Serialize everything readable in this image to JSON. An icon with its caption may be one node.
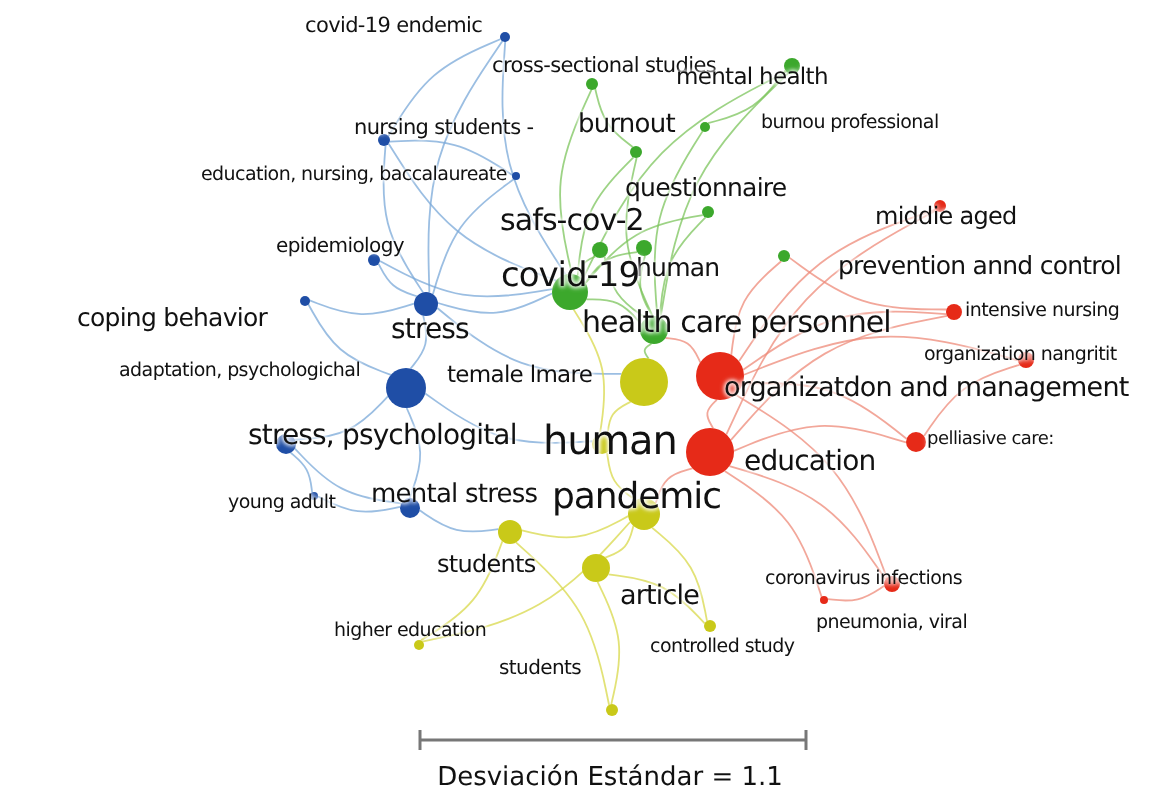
{
  "diagram": {
    "nodes": [
      {
        "text": [
          "covid-19 endemic"
        ]
      },
      {
        "text": [
          "cross-sectional studies"
        ]
      },
      {
        "text": [
          "mental health"
        ]
      },
      {
        "text": [
          "nursing students -"
        ]
      },
      {
        "text": [
          "burnout"
        ]
      },
      {
        "text": [
          "burnou professional"
        ]
      },
      {
        "text": [
          "education, nursing, baccalaureate"
        ]
      },
      {
        "text": [
          "questionnaire"
        ]
      },
      {
        "text": [
          "middie aged"
        ]
      },
      {
        "text": [
          "safs-cov-2"
        ]
      },
      {
        "text": [
          "epidemiology"
        ]
      },
      {
        "text": [
          "human"
        ]
      },
      {
        "text": [
          "prevention annd control"
        ]
      },
      {
        "text": [
          "covid-19"
        ]
      },
      {
        "text": [
          "coping behavior"
        ]
      },
      {
        "text": [
          "stress"
        ]
      },
      {
        "text": [
          "health care personnel"
        ]
      },
      {
        "text": [
          "intensive nursing"
        ]
      },
      {
        "text": [
          "adaptation, psychologichal"
        ]
      },
      {
        "text": [
          "temale lmare"
        ]
      },
      {
        "text": [
          "organizatdon and management"
        ]
      },
      {
        "text": [
          "organization nangritit"
        ]
      },
      {
        "text": [
          "human"
        ]
      },
      {
        "text": [
          "education"
        ]
      },
      {
        "text": [
          "stress, psychologital"
        ]
      },
      {
        "text": [
          "pelliasive care:"
        ]
      },
      {
        "text": [
          "mental stress"
        ]
      },
      {
        "text": [
          "pandemic"
        ]
      },
      {
        "text": [
          "young adult"
        ]
      },
      {
        "text": [
          "students"
        ]
      },
      {
        "text": [
          "article"
        ]
      },
      {
        "text": [
          "coronavirus infections"
        ]
      },
      {
        "text": [
          "pneumonia, viral"
        ]
      },
      {
        "text": [
          "higher education"
        ]
      },
      {
        "text": [
          "controlled study"
        ]
      },
      {
        "text": [
          "students"
        ]
      }
    ],
    "edges": [
      {
        "from": 0,
        "to": 13,
        "arrow": "none",
        "color": "#7aa8d8"
      },
      {
        "from": 0,
        "to": 15,
        "arrow": "none",
        "color": "#7aa8d8"
      },
      {
        "from": 0,
        "to": 3,
        "arrow": "none",
        "color": "#7aa8d8"
      },
      {
        "from": 1,
        "to": 13,
        "arrow": "none",
        "color": "#7cc45c"
      },
      {
        "from": 1,
        "to": 4,
        "arrow": "none",
        "color": "#7cc45c"
      },
      {
        "from": 2,
        "to": 13,
        "arrow": "none",
        "color": "#7cc45c"
      },
      {
        "from": 2,
        "to": 16,
        "arrow": "none",
        "color": "#7cc45c"
      },
      {
        "from": 3,
        "to": 15,
        "arrow": "none",
        "color": "#7aa8d8"
      },
      {
        "from": 3,
        "to": 13,
        "arrow": "none",
        "color": "#7aa8d8"
      },
      {
        "from": 4,
        "to": 13,
        "arrow": "none",
        "color": "#7cc45c"
      },
      {
        "from": 4,
        "to": 16,
        "arrow": "none",
        "color": "#7cc45c"
      },
      {
        "from": 5,
        "to": 2,
        "arrow": "none",
        "color": "#7cc45c"
      },
      {
        "from": 5,
        "to": 16,
        "arrow": "none",
        "color": "#7cc45c"
      },
      {
        "from": 6,
        "to": 3,
        "arrow": "none",
        "color": "#7aa8d8"
      },
      {
        "from": 6,
        "to": 15,
        "arrow": "none",
        "color": "#7aa8d8"
      },
      {
        "from": 7,
        "to": 13,
        "arrow": "none",
        "color": "#7cc45c"
      },
      {
        "from": 7,
        "to": 16,
        "arrow": "none",
        "color": "#7cc45c"
      },
      {
        "from": 8,
        "to": 20,
        "arrow": "none",
        "color": "#ee8a78"
      },
      {
        "from": 8,
        "to": 23,
        "arrow": "none",
        "color": "#ee8a78"
      },
      {
        "from": 9,
        "to": 13,
        "arrow": "none",
        "color": "#7cc45c"
      },
      {
        "from": 9,
        "to": 16,
        "arrow": "none",
        "color": "#7cc45c"
      },
      {
        "from": 10,
        "to": 15,
        "arrow": "none",
        "color": "#7aa8d8"
      },
      {
        "from": 10,
        "to": 13,
        "arrow": "none",
        "color": "#7aa8d8"
      },
      {
        "from": 11,
        "to": 13,
        "arrow": "none",
        "color": "#7cc45c"
      },
      {
        "from": 11,
        "to": 16,
        "arrow": "none",
        "color": "#7cc45c"
      },
      {
        "from": 12,
        "to": 20,
        "arrow": "none",
        "color": "#ee8a78"
      },
      {
        "from": 12,
        "to": 17,
        "arrow": "none",
        "color": "#ee8a78"
      },
      {
        "from": 14,
        "to": 15,
        "arrow": "none",
        "color": "#7aa8d8"
      },
      {
        "from": 14,
        "to": 18,
        "arrow": "none",
        "color": "#7aa8d8"
      },
      {
        "from": 15,
        "to": 13,
        "arrow": "none",
        "color": "#7aa8d8"
      },
      {
        "from": 15,
        "to": 19,
        "arrow": "none",
        "color": "#7aa8d8"
      },
      {
        "from": 16,
        "to": 13,
        "arrow": "none",
        "color": "#7cc45c"
      },
      {
        "from": 16,
        "to": 19,
        "arrow": "none",
        "color": "#7cc45c"
      },
      {
        "from": 17,
        "to": 20,
        "arrow": "none",
        "color": "#ee8a78"
      },
      {
        "from": 17,
        "to": 23,
        "arrow": "none",
        "color": "#ee8a78"
      },
      {
        "from": 18,
        "to": 15,
        "arrow": "none",
        "color": "#7aa8d8"
      },
      {
        "from": 18,
        "to": 22,
        "arrow": "none",
        "color": "#7aa8d8"
      },
      {
        "from": 19,
        "to": 22,
        "arrow": "none",
        "color": "#d8d84a"
      },
      {
        "from": 20,
        "to": 23,
        "arrow": "none",
        "color": "#ee8a78"
      },
      {
        "from": 20,
        "to": 16,
        "arrow": "none",
        "color": "#ee8a78"
      },
      {
        "from": 21,
        "to": 20,
        "arrow": "none",
        "color": "#ee8a78"
      },
      {
        "from": 21,
        "to": 25,
        "arrow": "none",
        "color": "#ee8a78"
      },
      {
        "from": 22,
        "to": 27,
        "arrow": "none",
        "color": "#d8d84a"
      },
      {
        "from": 22,
        "to": 13,
        "arrow": "none",
        "color": "#d8d84a"
      },
      {
        "from": 23,
        "to": 27,
        "arrow": "none",
        "color": "#ee8a78"
      },
      {
        "from": 24,
        "to": 18,
        "arrow": "none",
        "color": "#7aa8d8"
      },
      {
        "from": 24,
        "to": 26,
        "arrow": "none",
        "color": "#7aa8d8"
      },
      {
        "from": 25,
        "to": 20,
        "arrow": "none",
        "color": "#ee8a78"
      },
      {
        "from": 25,
        "to": 23,
        "arrow": "none",
        "color": "#ee8a78"
      },
      {
        "from": 26,
        "to": 29,
        "arrow": "none",
        "color": "#7aa8d8"
      },
      {
        "from": 26,
        "to": 18,
        "arrow": "none",
        "color": "#7aa8d8"
      },
      {
        "from": 28,
        "to": 24,
        "arrow": "none",
        "color": "#7aa8d8"
      },
      {
        "from": 28,
        "to": 26,
        "arrow": "none",
        "color": "#7aa8d8"
      },
      {
        "from": 29,
        "to": 27,
        "arrow": "none",
        "color": "#d8d84a"
      },
      {
        "from": 30,
        "to": 27,
        "arrow": "none",
        "color": "#d8d84a"
      },
      {
        "from": 31,
        "to": 23,
        "arrow": "none",
        "color": "#ee8a78"
      },
      {
        "from": 31,
        "to": 20,
        "arrow": "none",
        "color": "#ee8a78"
      },
      {
        "from": 32,
        "to": 31,
        "arrow": "none",
        "color": "#ee8a78"
      },
      {
        "from": 32,
        "to": 23,
        "arrow": "none",
        "color": "#ee8a78"
      },
      {
        "from": 33,
        "to": 29,
        "arrow": "none",
        "color": "#d8d84a"
      },
      {
        "from": 33,
        "to": 27,
        "arrow": "none",
        "color": "#d8d84a"
      },
      {
        "from": 34,
        "to": 30,
        "arrow": "none",
        "color": "#d8d84a"
      },
      {
        "from": 34,
        "to": 27,
        "arrow": "none",
        "color": "#d8d84a"
      },
      {
        "from": 35,
        "to": 30,
        "arrow": "none",
        "color": "#d8d84a"
      },
      {
        "from": 35,
        "to": 29,
        "arrow": "none",
        "color": "#d8d84a"
      }
    ],
    "labels": [
      "Desviación Estándar = 1.1"
    ]
  }
}
